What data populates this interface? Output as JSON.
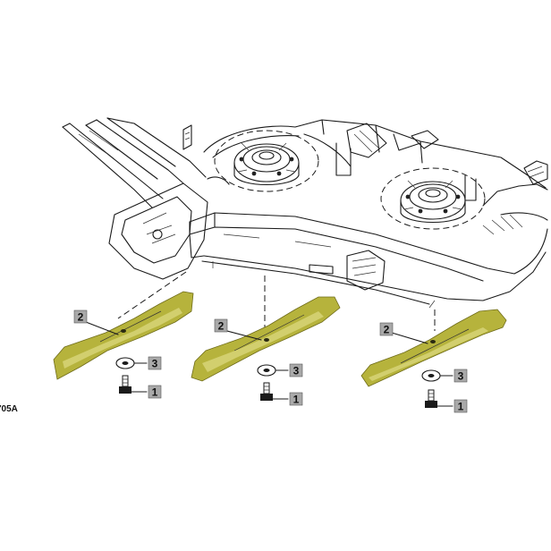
{
  "figure": {
    "reference_code": "705A"
  },
  "callouts": {
    "bolt": "1",
    "blade": "2",
    "washer": "3"
  },
  "colors": {
    "blade_highlight": "#b6b33c",
    "callout_box": "#a9a9a9"
  }
}
